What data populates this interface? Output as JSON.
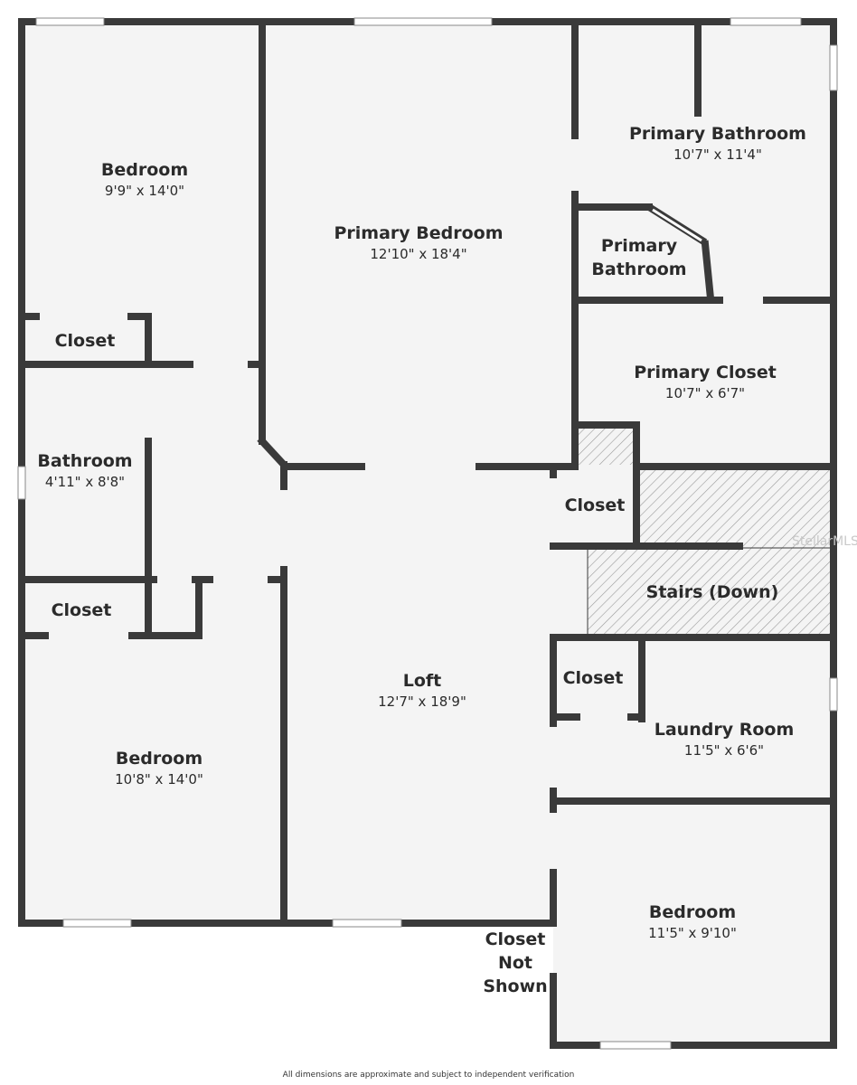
{
  "rooms": [
    {
      "name": "Bedroom",
      "dims": "9'9\" x 14'0\""
    },
    {
      "name": "Primary Bedroom",
      "dims": "12'10\" x 18'4\""
    },
    {
      "name": "Primary Bathroom",
      "dims": "10'7\" x 11'4\""
    },
    {
      "name_line1": "Primary",
      "name_line2": "Bathroom"
    },
    {
      "name": "Closet"
    },
    {
      "name": "Primary Closet",
      "dims": "10'7\" x 6'7\""
    },
    {
      "name": "Bathroom",
      "dims": "4'11\" x 8'8\""
    },
    {
      "name": "Closet"
    },
    {
      "name": "Closet"
    },
    {
      "name": "Stairs (Down)"
    },
    {
      "name": "Loft",
      "dims": "12'7\" x 18'9\""
    },
    {
      "name": "Closet"
    },
    {
      "name": "Laundry Room",
      "dims": "11'5\" x 6'6\""
    },
    {
      "name": "Bedroom",
      "dims": "10'8\" x 14'0\""
    },
    {
      "name": "Bedroom",
      "dims": "11'5\" x 9'10\""
    },
    {
      "name_line1": "Closet",
      "name_line2": "Not",
      "name_line3": "Shown"
    }
  ],
  "footer_note": "All dimensions are approximate and subject to independent verification",
  "watermark": "StellarMLS",
  "colors": {
    "wall": "#3a3a3a",
    "floor": "#f4f4f4",
    "window": "#ffffff",
    "hatch": "#9a9a9a"
  }
}
